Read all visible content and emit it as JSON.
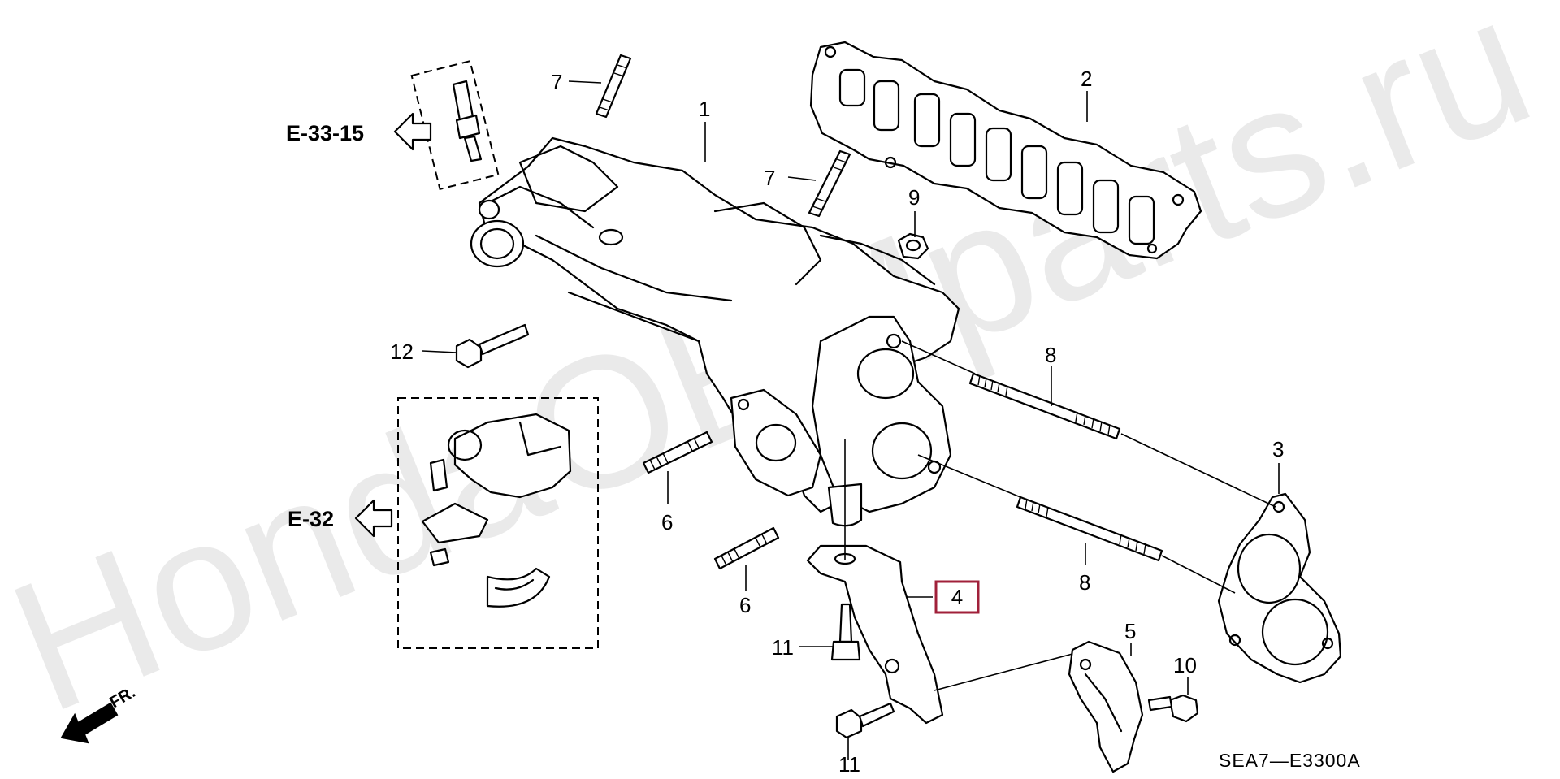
{
  "callouts": {
    "c1": "1",
    "c2": "2",
    "c3": "3",
    "c4": "4",
    "c5": "5",
    "c6a": "6",
    "c6b": "6",
    "c7a": "7",
    "c7b": "7",
    "c8a": "8",
    "c8b": "8",
    "c9": "9",
    "c10": "10",
    "c11a": "11",
    "c11b": "11",
    "c12": "12"
  },
  "references": {
    "ref_e33_15": "E-33-15",
    "ref_e32": "E-32"
  },
  "direction": {
    "front": "FR."
  },
  "diagram_code": "SEA7—E3300A",
  "watermark": "HondaOEMparts.ru",
  "colors": {
    "line": "#000000",
    "highlight_box": "#a0203a",
    "watermark": "#bdbdbd"
  }
}
